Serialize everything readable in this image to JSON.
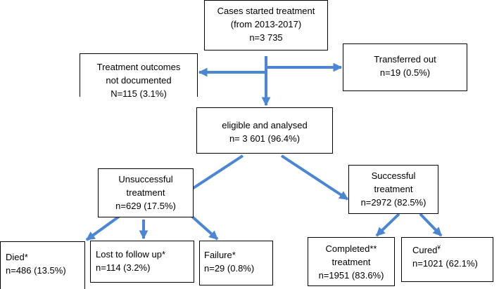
{
  "arrow_color": "#4a86d4",
  "box_border_color": "#000000",
  "nodes": {
    "started": {
      "line1": "Cases started treatment",
      "line2": "(from 2013-2017)",
      "line3": "n=3 735"
    },
    "not_documented": {
      "line1": "Treatment outcomes",
      "line2": "not documented",
      "line3": "N=115 (3.1%)"
    },
    "transferred": {
      "line1": "Transferred out",
      "line2": "n=19 (0.5%)"
    },
    "eligible": {
      "line1": "eligible and analysed",
      "line2": "n= 3 601 (96.4%)"
    },
    "unsuccessful": {
      "line1": "Unsuccessful",
      "line2": "treatment",
      "line3": "n=629 (17.5%)"
    },
    "successful": {
      "line1": "Successful",
      "line2": "treatment",
      "line3": "n=2972 (82.5%)"
    },
    "died": {
      "line1": "Died*",
      "line2": "n=486 (13.5%)"
    },
    "lost": {
      "line1": "Lost to follow up*",
      "line2": "n=114 (3.2%)"
    },
    "failure": {
      "line1": "Failure*",
      "line2": "n=29 (0.8%)"
    },
    "completed": {
      "line1": "Completed**",
      "line2": "treatment",
      "line3": "n=1951 (83.6%)"
    },
    "cured": {
      "line1": "Cured",
      "line1_mark": "¥",
      "line2": "n=1021 (62.1%)"
    }
  }
}
